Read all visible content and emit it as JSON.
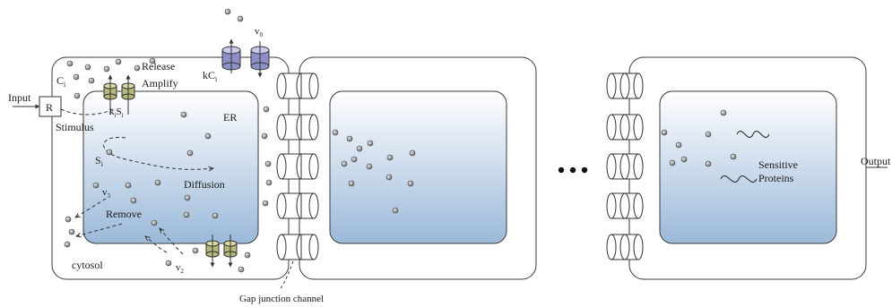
{
  "labels": {
    "input": "Input",
    "output": "Output",
    "receptor": "R",
    "stimulus": "Stimulus",
    "release": "Release",
    "amplify": "Amplify",
    "ci_main": "C",
    "ci_sub": "i",
    "ksi_k": "k",
    "ksi_i1": "i",
    "ksi_S": "S",
    "ksi_i2": "i",
    "er": "ER",
    "si_main": "S",
    "si_sub": "i",
    "diffusion": "Diffusion",
    "v3_main": "v",
    "v3_sub": "3",
    "remove": "Remove",
    "v2_main": "v",
    "v2_sub": "2",
    "cytosol": "cytosol",
    "v0_main": "v",
    "v0_sub": "0",
    "kci_k": "kC",
    "kci_sub": "i",
    "gap_junction": "Gap junction channel",
    "sensitive": "Sensitive",
    "proteins": "Proteins"
  },
  "colors": {
    "er_top": "#ffffff",
    "er_bottom": "#9bb9d9",
    "channel_purple": "#8d8fc7",
    "channel_olive": "#b5b87a",
    "ion": "#8a8a8a"
  },
  "icons": [
    "receptor-box",
    "ion-channel-icon",
    "ion-dot-icon",
    "gap-junction-icon",
    "ellipsis-icon",
    "protein-squiggle-icon"
  ]
}
